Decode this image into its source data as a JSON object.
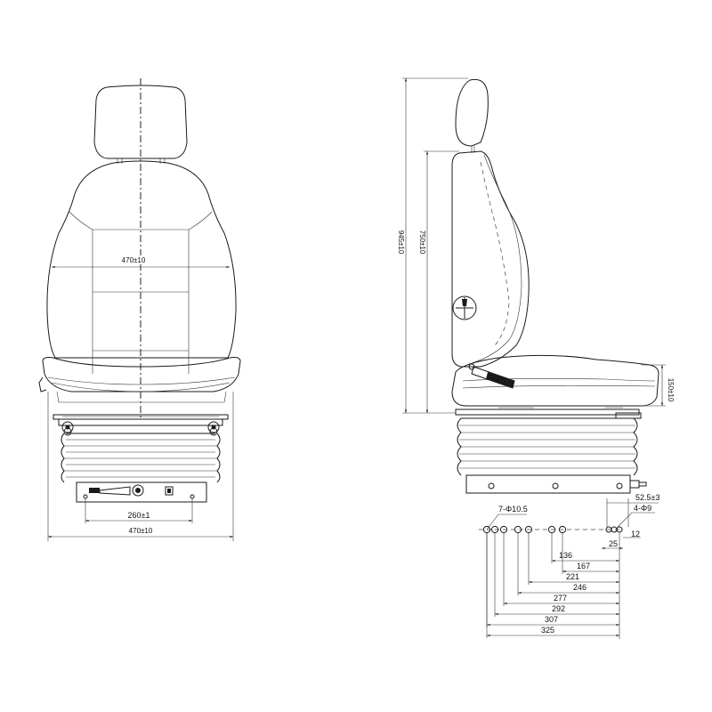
{
  "front_view": {
    "backrest_width": "470±10",
    "base_hole_spacing": "260±1",
    "overall_width": "470±10"
  },
  "side_view": {
    "overall_height": "945±10",
    "backrest_height": "750±10",
    "cushion_height": "150±10",
    "offset": "52.5±3",
    "small_holes": "4-Φ9",
    "large_holes": "7-Φ10.5",
    "dim_12": "12",
    "dim_25": "25",
    "chain_dims": [
      "136",
      "167",
      "221",
      "246",
      "277",
      "292",
      "307",
      "325"
    ]
  }
}
